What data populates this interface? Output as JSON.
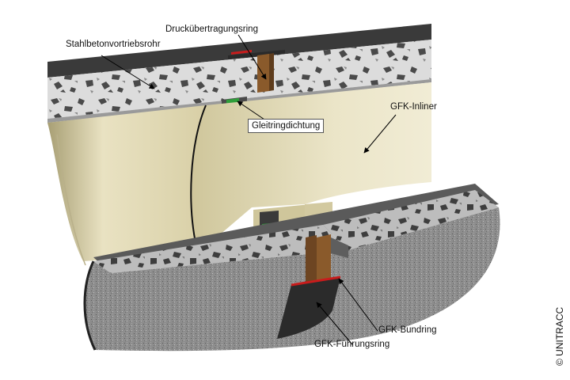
{
  "labels": {
    "pressure_ring": "Druckübertragungsring",
    "concrete_pipe": "Stahlbetonvortriebsrohr",
    "slide_seal": "Gleitringdichtung",
    "gfk_inliner": "GFK-Inliner",
    "gfk_collar": "GFK-Bundring",
    "gfk_guide_ring": "GFK-Führungsring"
  },
  "copyright": "© UNITRACC",
  "colors": {
    "concrete_light": "#d9d9d9",
    "concrete_dark": "#6a6a6a",
    "inliner": "#e6dfbd",
    "inliner_shade": "#b9b08a",
    "wood": "#8a5a2b",
    "seal": "#2f9e3a",
    "guide_ring": "#c81c1c"
  }
}
